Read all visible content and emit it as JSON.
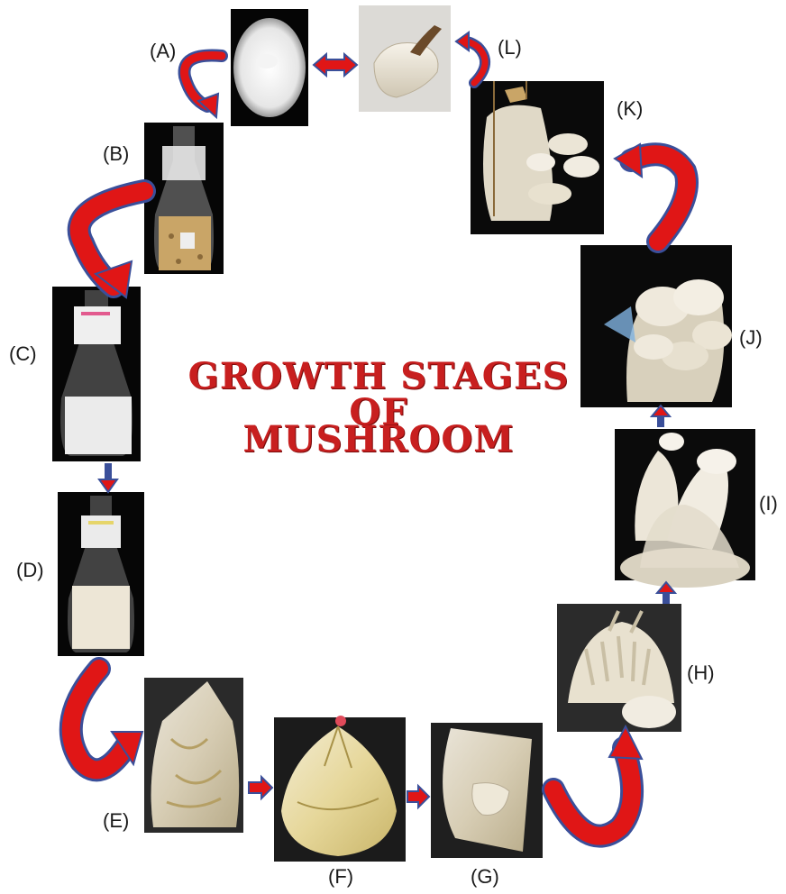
{
  "title": {
    "line1": "GROWTH STAGES OF",
    "line2": "MUSHROOM"
  },
  "stages": [
    {
      "label": "(A)",
      "icon": "petri-dish-culture-photo"
    },
    {
      "label": "(B)",
      "icon": "flask-grain-spawn-photo"
    },
    {
      "label": "(C)",
      "icon": "flask-colonized-spawn-photo"
    },
    {
      "label": "(D)",
      "icon": "flask-mature-spawn-photo"
    },
    {
      "label": "(E)",
      "icon": "substrate-bag-photo"
    },
    {
      "label": "(F)",
      "icon": "tied-substrate-bag-photo"
    },
    {
      "label": "(G)",
      "icon": "colonizing-bag-photo"
    },
    {
      "label": "(H)",
      "icon": "pinhead-formation-photo"
    },
    {
      "label": "(I)",
      "icon": "young-fruiting-bodies-photo"
    },
    {
      "label": "(J)",
      "icon": "mature-fruiting-bodies-photo"
    },
    {
      "label": "(K)",
      "icon": "hanging-bag-harvest-photo"
    },
    {
      "label": "(L)",
      "icon": "single-mushroom-photo"
    }
  ],
  "colors": {
    "title": "#c81f1f",
    "arrow_fill": "#e01616",
    "arrow_outline": "#3a4f9a",
    "photo_background": "#0a0a0a"
  }
}
